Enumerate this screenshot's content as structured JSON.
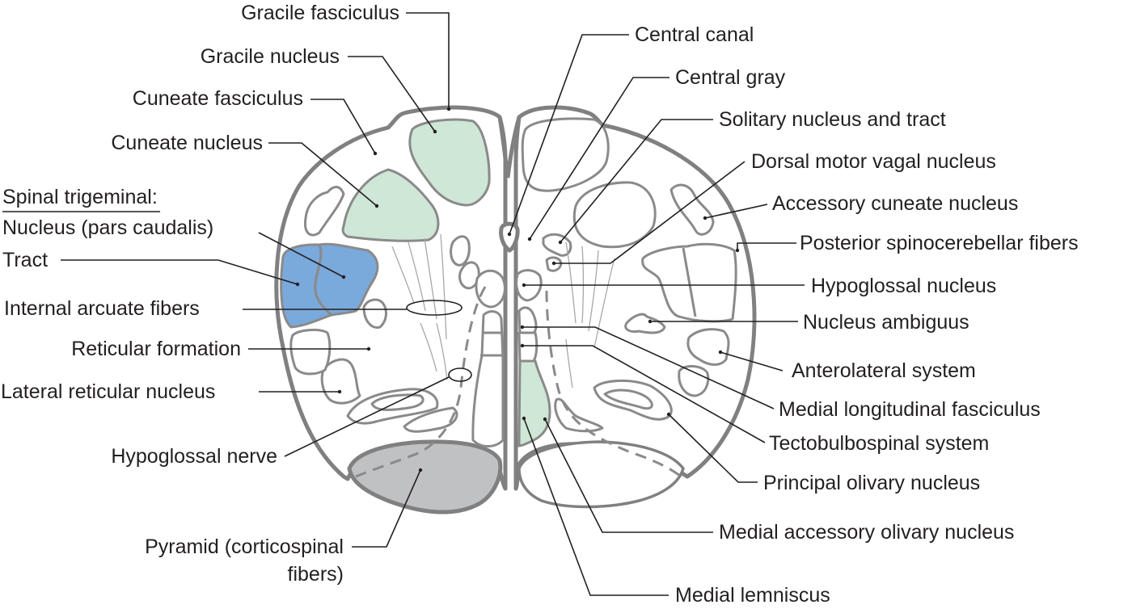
{
  "figure": {
    "subject": "Caudal medulla cross-section",
    "colors": {
      "dorsal_column_nuclei": "#cfe7d6",
      "spinal_trigeminal": "#7aa9dc",
      "pyramid": "#c0c1c3",
      "outline": "#808080",
      "text": "#231f20"
    }
  },
  "labels": {
    "left": {
      "gracile_fasciculus": "Gracile fasciculus",
      "gracile_nucleus": "Gracile nucleus",
      "cuneate_fasciculus": "Cuneate fasciculus",
      "cuneate_nucleus": "Cuneate nucleus",
      "spinal_trigeminal_heading": "Spinal trigeminal:",
      "spinal_trigeminal_nucleus": "Nucleus (pars caudalis)",
      "spinal_trigeminal_tract": "Tract",
      "internal_arcuate_fibers": "Internal arcuate fibers",
      "reticular_formation": "Reticular formation",
      "lateral_reticular_nucleus": "Lateral reticular nucleus",
      "hypoglossal_nerve": "Hypoglossal nerve",
      "pyramid_line1": "Pyramid (corticospinal",
      "pyramid_line2": "fibers)"
    },
    "right": {
      "central_canal": "Central canal",
      "central_gray": "Central gray",
      "solitary": "Solitary nucleus and tract",
      "dorsal_motor_vagal": "Dorsal motor vagal nucleus",
      "accessory_cuneate": "Accessory cuneate nucleus",
      "posterior_spinocerebellar": "Posterior spinocerebellar fibers",
      "hypoglossal_nucleus": "Hypoglossal nucleus",
      "nucleus_ambiguus": "Nucleus ambiguus",
      "anterolateral_system": "Anterolateral system",
      "mlf": "Medial longitudinal fasciculus",
      "tectobulbospinal": "Tectobulbospinal system",
      "principal_olivary": "Principal olivary nucleus",
      "medial_accessory_olivary": "Medial accessory olivary nucleus",
      "medial_lemniscus": "Medial lemniscus"
    }
  }
}
